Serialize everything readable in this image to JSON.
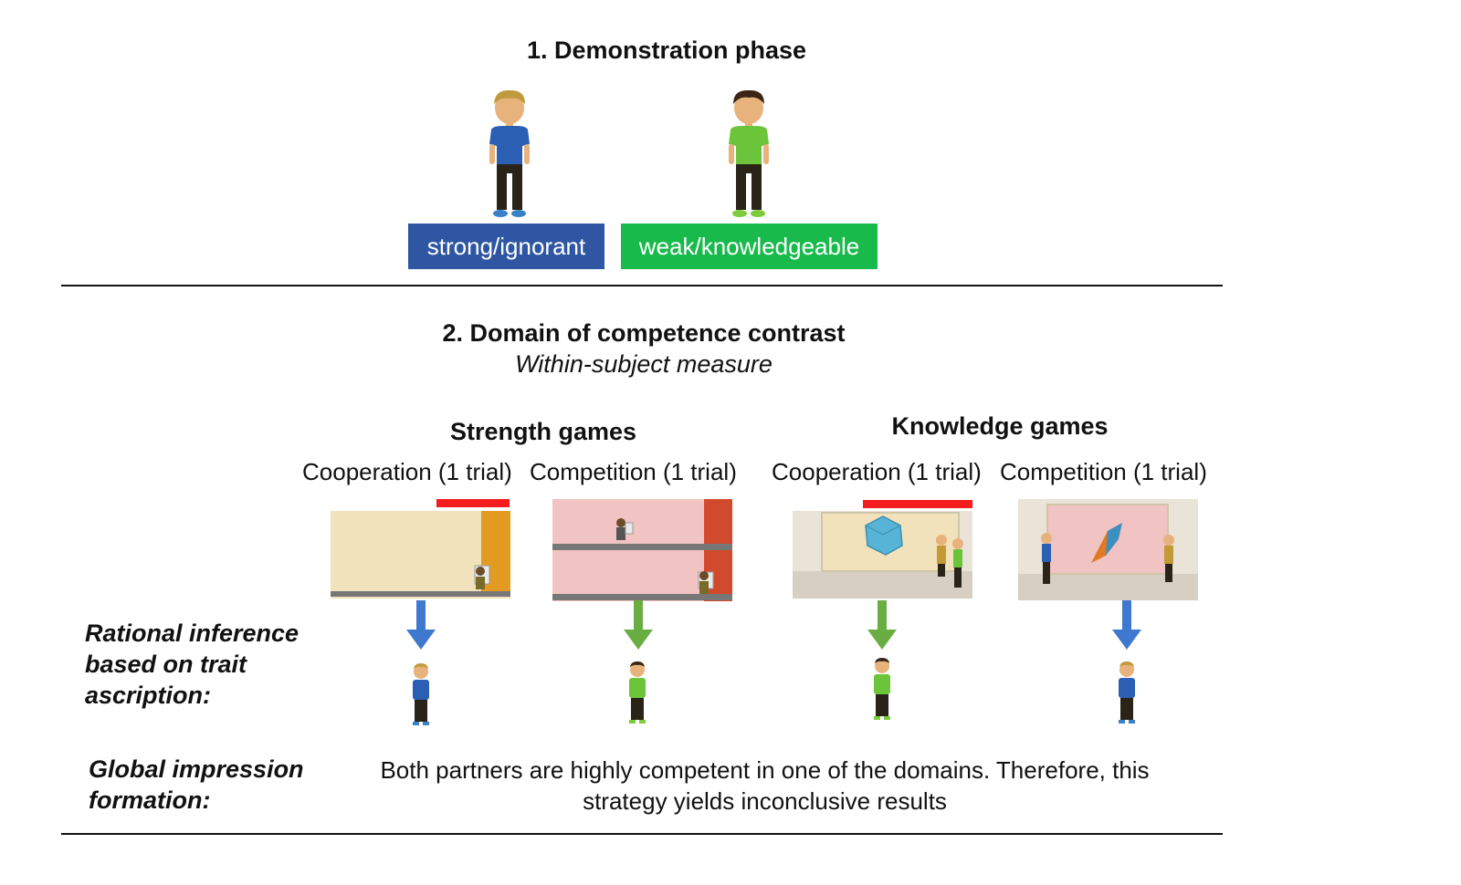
{
  "phase1": {
    "title": "1. Demonstration phase",
    "characters": [
      {
        "label": "strong/ignorant",
        "color": "#2f56a3",
        "shirt": "#2b5fb3",
        "shoe": "#3a82c8"
      },
      {
        "label": "weak/knowledgeable",
        "color": "#19ba4c",
        "shirt": "#6cc43b",
        "shoe": "#7ccc3c"
      }
    ]
  },
  "phase2": {
    "title": "2. Domain of competence contrast",
    "subtitle": "Within-subject measure",
    "groups": [
      {
        "title": "Strength games"
      },
      {
        "title": "Knowledge games"
      }
    ],
    "conditions": [
      {
        "label": "Cooperation (1 trial)",
        "arrow_color": "#3f78cf",
        "partner": "blue"
      },
      {
        "label": "Competition (1 trial)",
        "arrow_color": "#6aae43",
        "partner": "green"
      },
      {
        "label": "Cooperation (1 trial)",
        "arrow_color": "#6aae43",
        "partner": "green"
      },
      {
        "label": "Competition (1 trial)",
        "arrow_color": "#3f78cf",
        "partner": "blue"
      }
    ]
  },
  "rational_label": "Rational inference based on trait ascription:",
  "rational_lines": [
    "Rational inference",
    "based on trait",
    "ascription:"
  ],
  "global_lines": [
    "Global impression",
    "formation:"
  ],
  "global_text": [
    "Both partners are highly competent in one of the domains. Therefore, this",
    "strategy yields inconclusive results"
  ],
  "colors": {
    "red_bar": "#f31d1d",
    "blue": "#2f56a3",
    "green": "#19ba4c"
  }
}
